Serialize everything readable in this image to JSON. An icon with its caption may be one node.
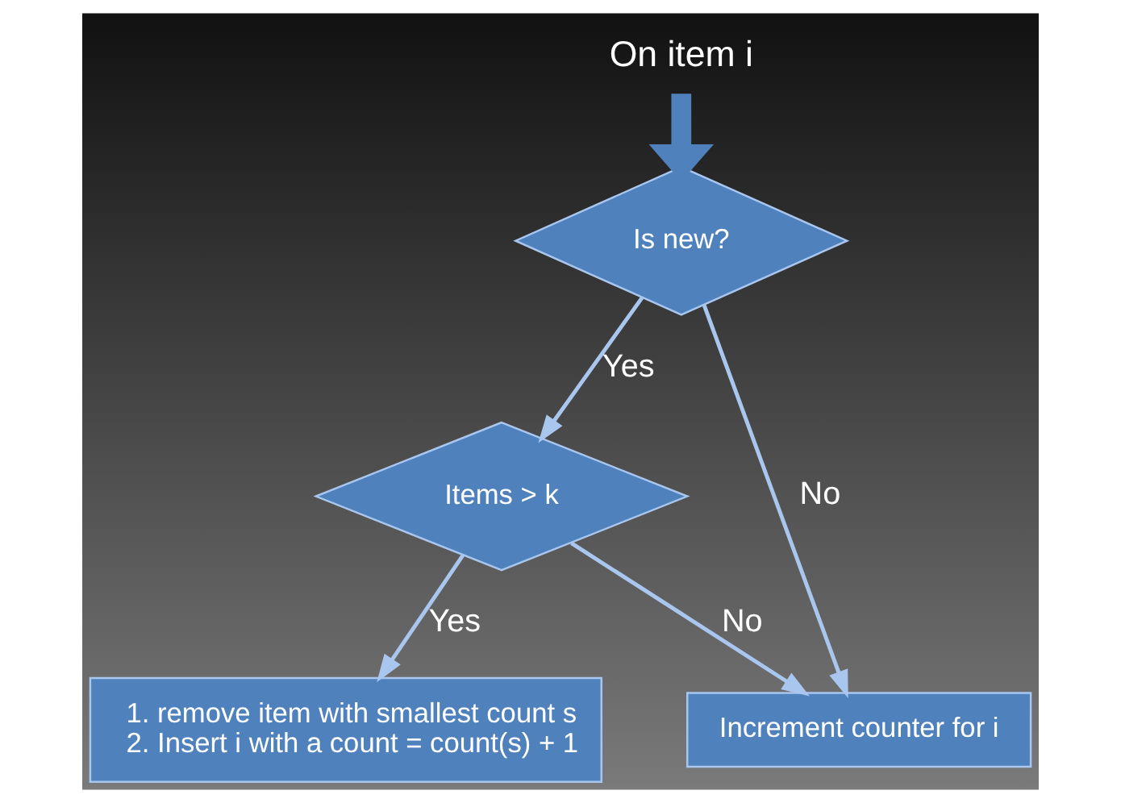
{
  "diagram": {
    "nodes": [
      {
        "text": [
          "On item i"
        ]
      },
      {
        "text": [
          "Is new?"
        ]
      },
      {
        "text": [
          "Items > k"
        ]
      },
      {
        "text": [
          "Increment counter for i"
        ]
      },
      {
        "text": [
          "1. remove item with smallest count s",
          "2. Insert i with a count = count(s) + 1"
        ]
      }
    ],
    "edges": [
      {
        "from": 0,
        "to": 1,
        "arrow": "to",
        "style": "thick"
      },
      {
        "from": 1,
        "to": 3,
        "arrow": "to",
        "label": "No"
      },
      {
        "from": 1,
        "to": 2,
        "arrow": "to",
        "label": "Yes"
      },
      {
        "from": 2,
        "to": 3,
        "arrow": "to",
        "label": "No"
      },
      {
        "from": 2,
        "to": 4,
        "arrow": "to",
        "label": "Yes"
      }
    ]
  }
}
